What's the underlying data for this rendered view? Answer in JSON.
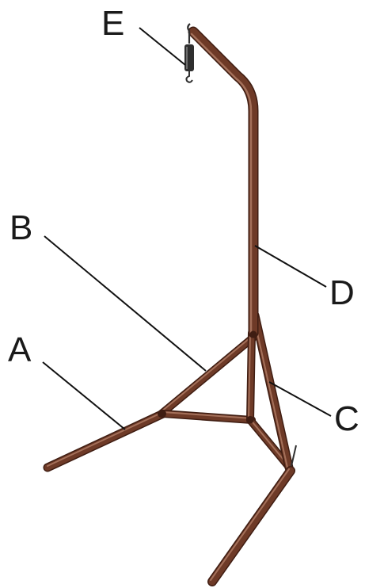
{
  "colors": {
    "tube": "#6e3a27",
    "tube_dark": "#3f1d12",
    "tube_highlight": "#a4705a",
    "spring": "#2f2f2f",
    "leader": "#111111",
    "label": "#1a1a1a"
  },
  "labels": {
    "a": "A",
    "b": "B",
    "c": "C",
    "d": "D",
    "e": "E"
  }
}
